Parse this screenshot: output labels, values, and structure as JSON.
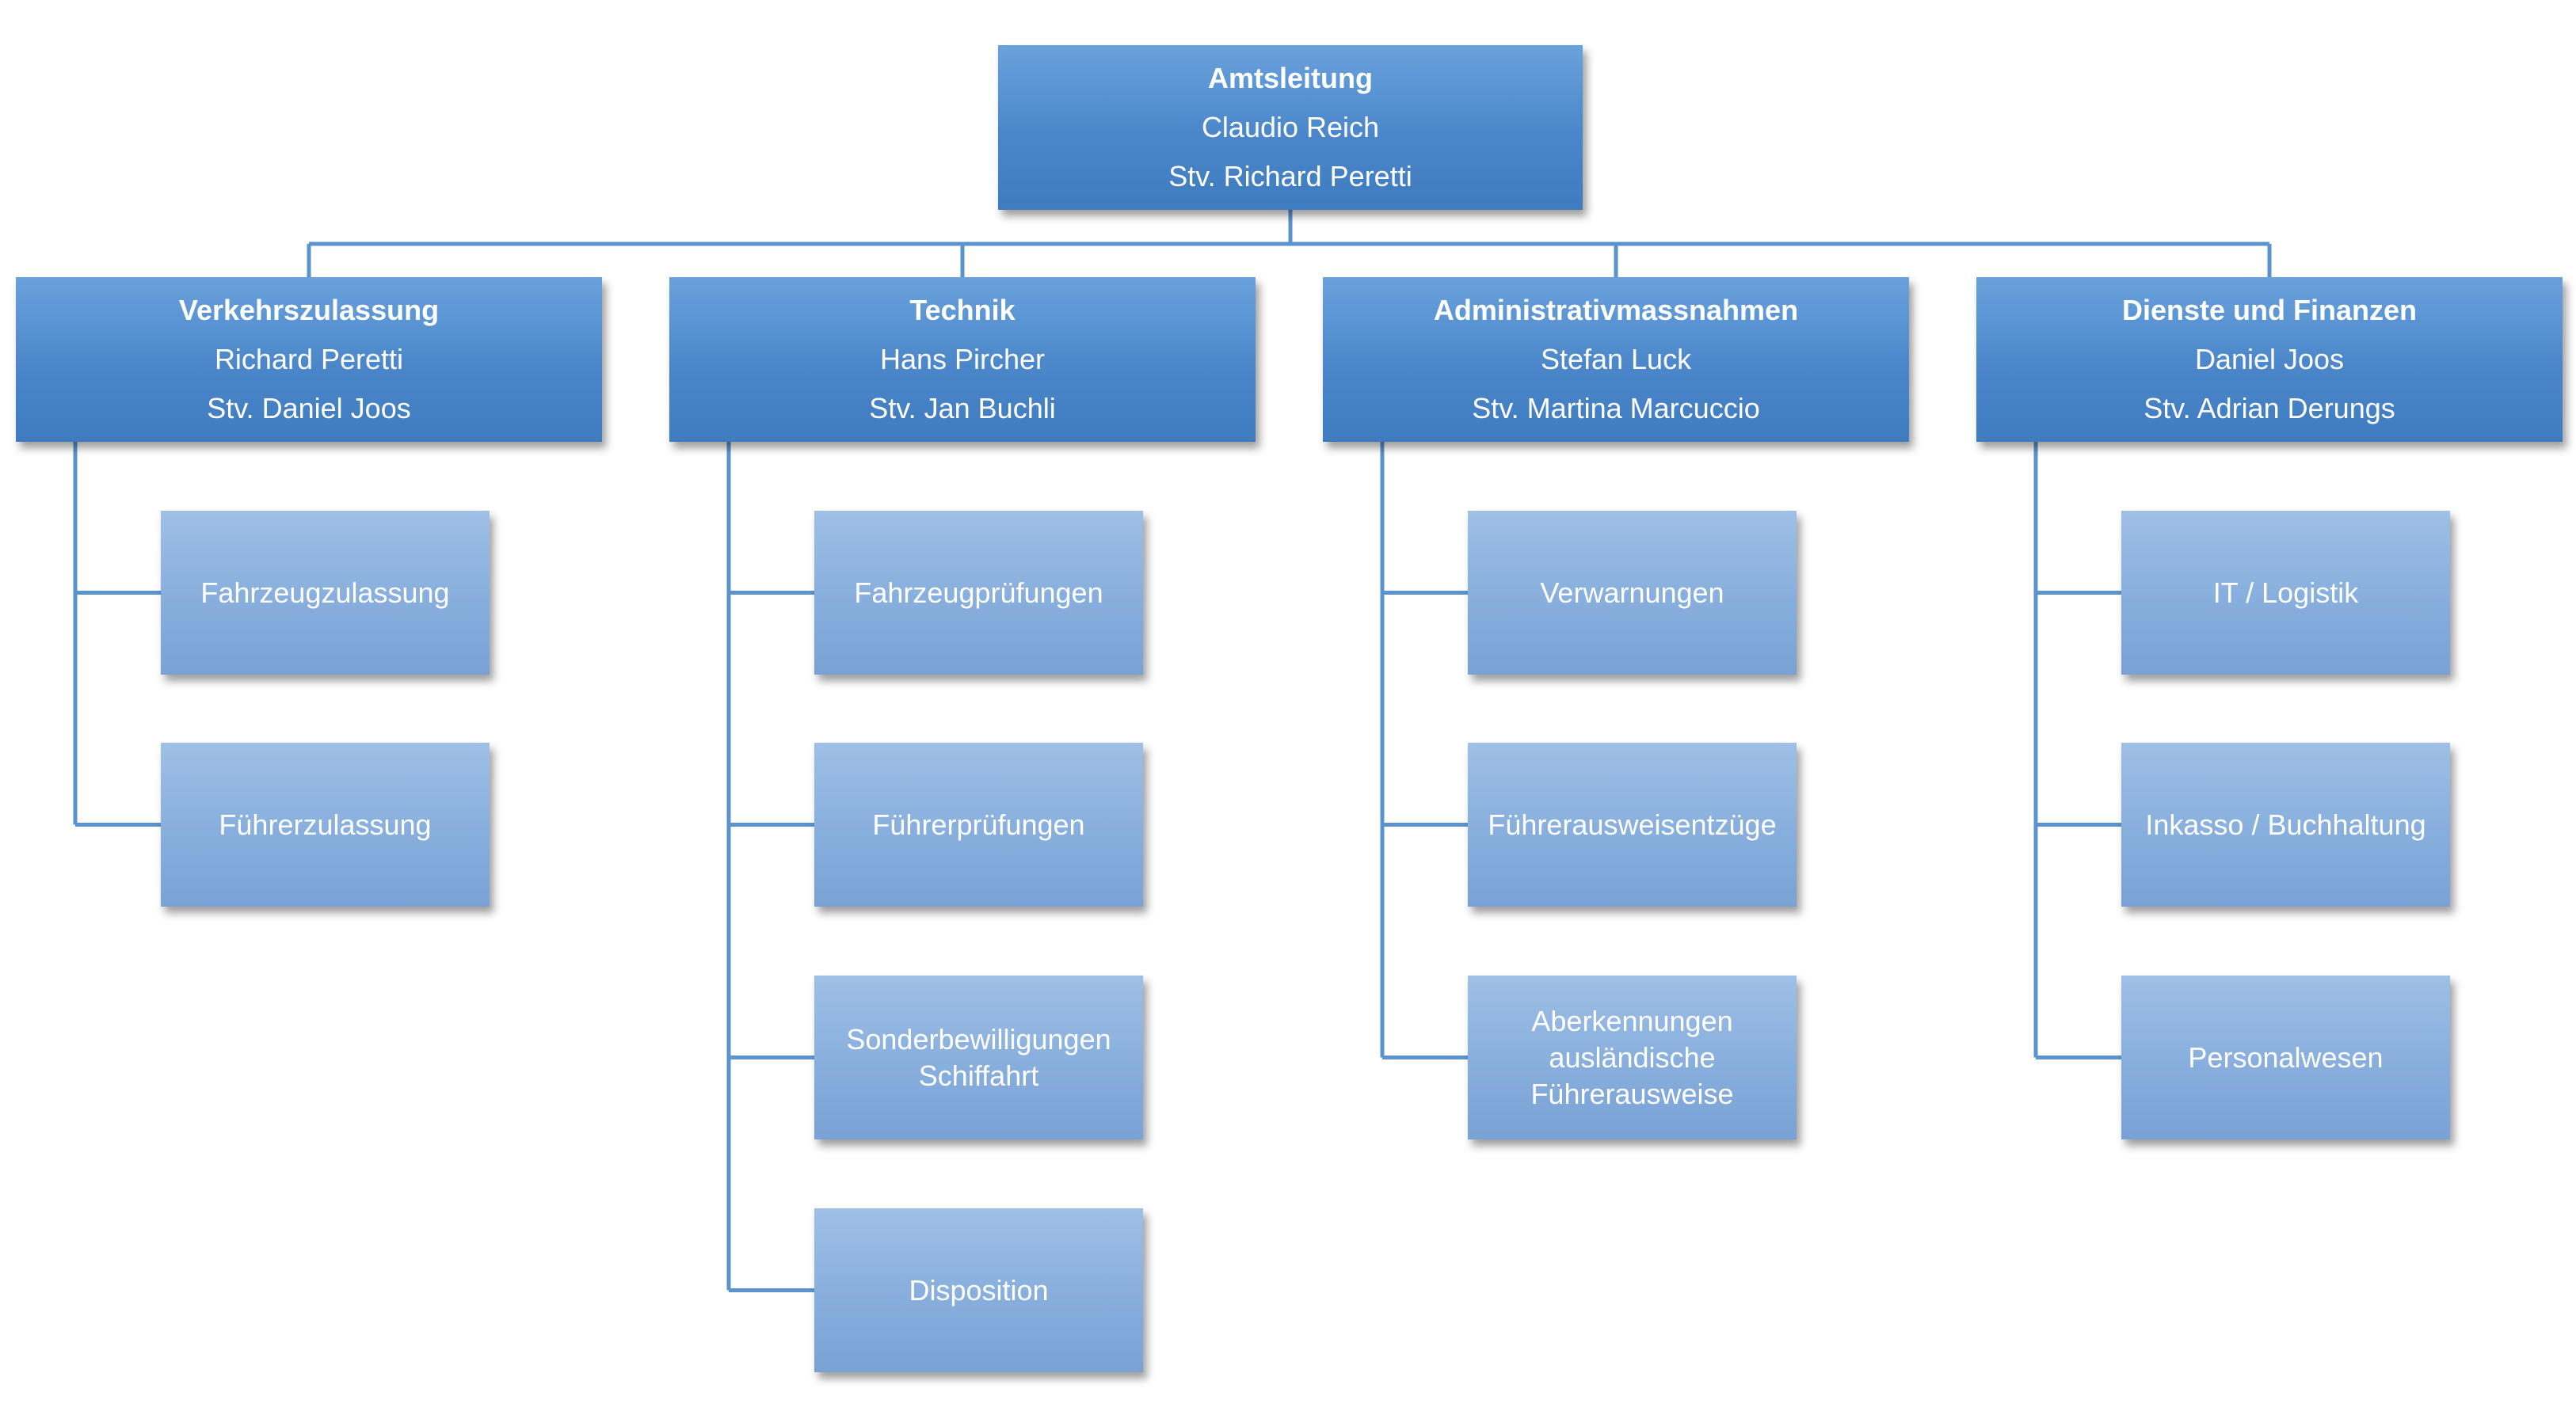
{
  "top": {
    "title": "Amtsleitung",
    "name": "Claudio Reich",
    "deputy": "Stv. Richard Peretti"
  },
  "departments": [
    {
      "title": "Verkehrszulassung",
      "name": "Richard Peretti",
      "deputy": "Stv. Daniel Joos",
      "units": [
        {
          "lines": [
            "Fahrzeugzulassung"
          ]
        },
        {
          "lines": [
            "Führerzulassung"
          ]
        }
      ]
    },
    {
      "title": "Technik",
      "name": "Hans Pircher",
      "deputy": "Stv. Jan Buchli",
      "units": [
        {
          "lines": [
            "Fahrzeugprüfungen"
          ]
        },
        {
          "lines": [
            "Führerprüfungen"
          ]
        },
        {
          "lines": [
            "Sonderbewilligungen",
            "Schiffahrt"
          ]
        },
        {
          "lines": [
            "Disposition"
          ]
        }
      ]
    },
    {
      "title": "Administrativmassnahmen",
      "name": "Stefan Luck",
      "deputy": "Stv. Martina Marcuccio",
      "units": [
        {
          "lines": [
            "Verwarnungen"
          ]
        },
        {
          "lines": [
            "Führerausweisentzüge"
          ]
        },
        {
          "lines": [
            "Aberkennungen",
            "ausländische",
            "Führerausweise"
          ]
        }
      ]
    },
    {
      "title": "Dienste und Finanzen",
      "name": "Daniel Joos",
      "deputy": "Stv. Adrian Derungs",
      "units": [
        {
          "lines": [
            "IT / Logistik"
          ]
        },
        {
          "lines": [
            "Inkasso / Buchhaltung"
          ]
        },
        {
          "lines": [
            "Personalwesen"
          ]
        }
      ]
    }
  ],
  "colors": {
    "connector": "#5b93cf"
  }
}
